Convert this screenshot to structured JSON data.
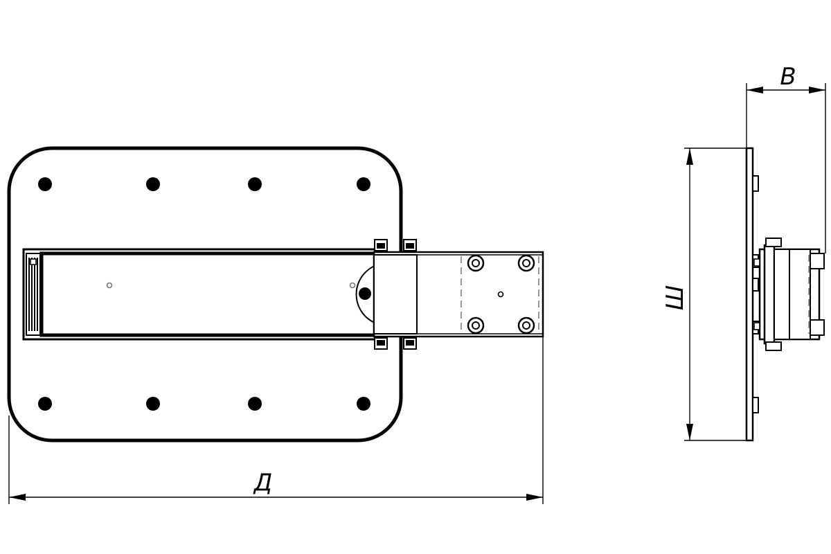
{
  "dimensions": {
    "length_label": "Д",
    "width_label": "Ш",
    "depth_label": "В"
  }
}
